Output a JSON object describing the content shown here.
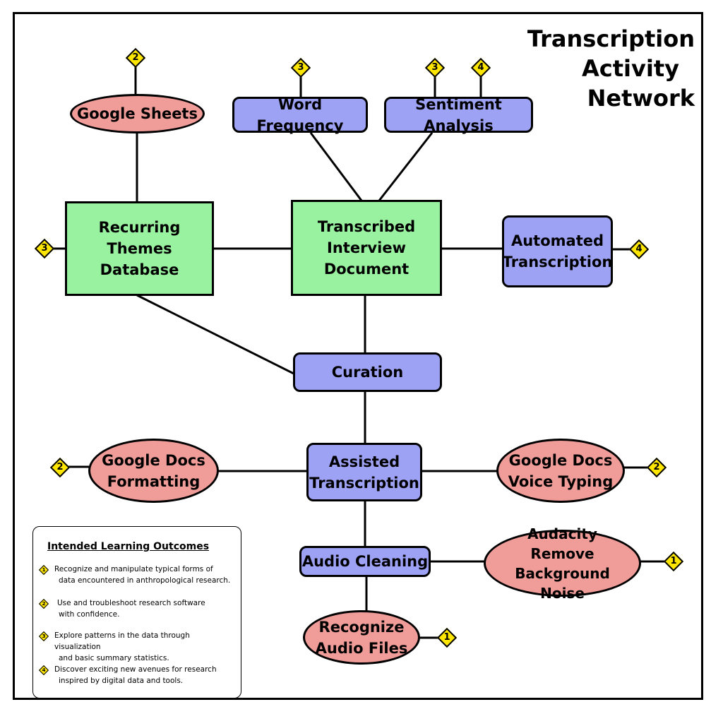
{
  "title": [
    "Transcription",
    "Activity",
    "Network"
  ],
  "nodes": {
    "google_sheets": "Google Sheets",
    "word_frequency": "Word Frequency",
    "sentiment_analysis": "Sentiment Analysis",
    "recurring_themes": [
      "Recurring",
      "Themes",
      "Database"
    ],
    "transcribed_doc": [
      "Transcribed",
      "Interview",
      "Document"
    ],
    "automated_transcription": [
      "Automated",
      "Transcription"
    ],
    "curation": "Curation",
    "gdocs_formatting": [
      "Google Docs",
      "Formatting"
    ],
    "assisted_transcription": [
      "Assisted",
      "Transcription"
    ],
    "gdocs_voice": [
      "Google Docs",
      "Voice Typing"
    ],
    "audio_cleaning": "Audio Cleaning",
    "audacity": [
      "Audacity",
      "Remove Background",
      "Noise"
    ],
    "recognize_audio": [
      "Recognize",
      "Audio Files"
    ]
  },
  "badges": {
    "google_sheets": "2",
    "word_frequency": "3",
    "sentiment_a": "3",
    "sentiment_b": "4",
    "recurring_themes": "3",
    "automated_transcription": "4",
    "gdocs_formatting": "2",
    "gdocs_voice": "2",
    "audacity": "1",
    "recognize_audio": "1"
  },
  "legend": {
    "title": "Intended Learning Outcomes",
    "items": [
      {
        "num": "1",
        "lines": [
          "Recognize and manipulate typical forms of",
          "data encountered in anthropological research."
        ]
      },
      {
        "num": "2",
        "lines": [
          "Use and troubleshoot research software",
          "with confidence."
        ]
      },
      {
        "num": "3",
        "lines": [
          "Explore patterns in the data through visualization",
          "and basic summary statistics."
        ]
      },
      {
        "num": "4",
        "lines": [
          "Discover exciting new avenues for research",
          "inspired by digital data and tools."
        ]
      }
    ]
  },
  "colors": {
    "green_node": "#99f29f",
    "blue_node": "#9ea2f5",
    "pink_node": "#f09c99",
    "badge": "#ffe600"
  }
}
